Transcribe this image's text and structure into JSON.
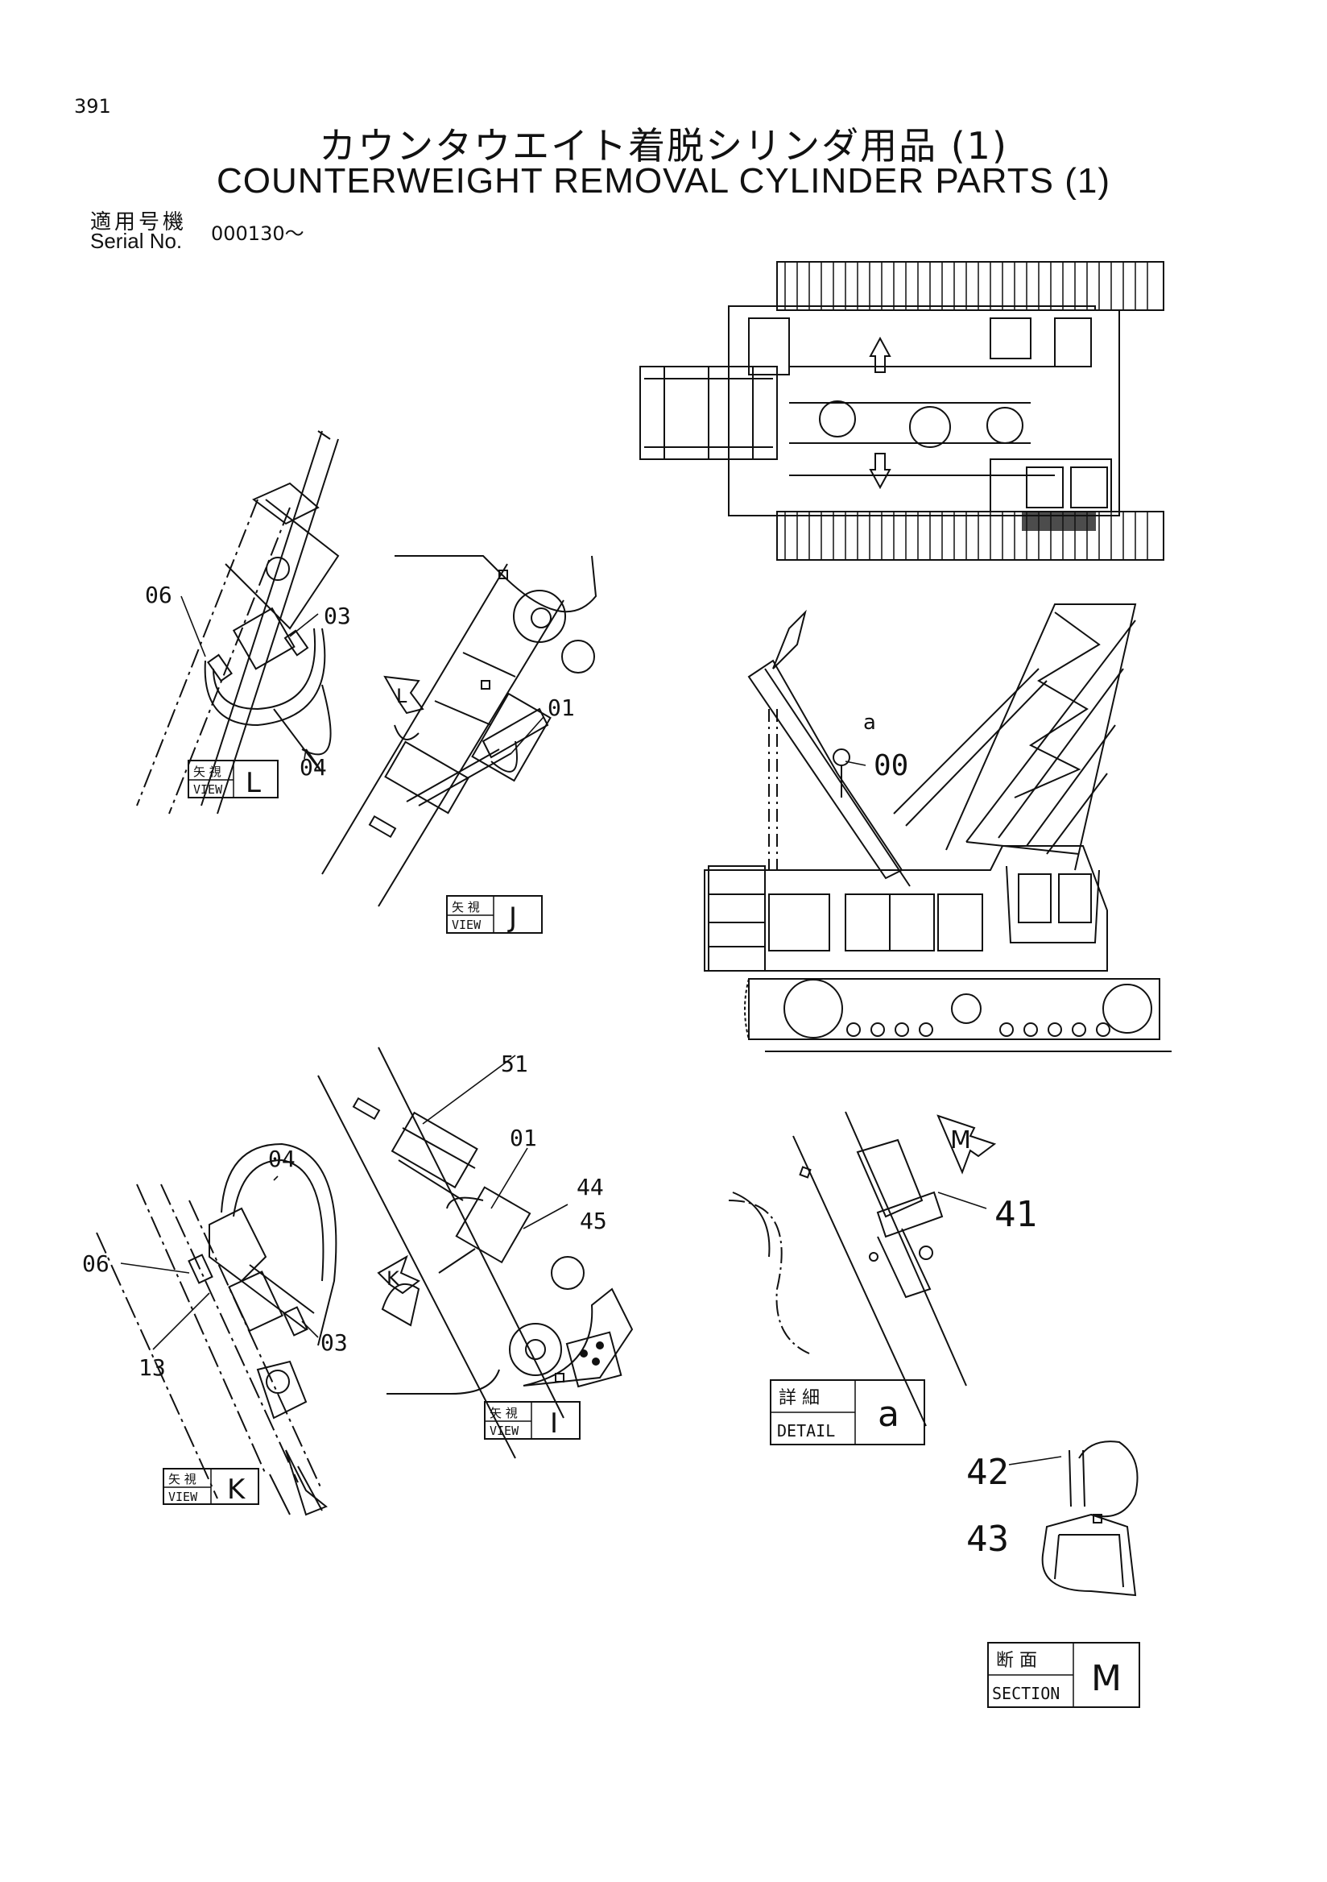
{
  "header": {
    "page_number": "391",
    "title_jp": "カウンタウエイト着脱シリンダ用品 (1)",
    "title_en": "COUNTERWEIGHT REMOVAL CYLINDER PARTS (1)",
    "serial_label_jp": "適用号機",
    "serial_label_en": "Serial No.",
    "serial_value": "000130～"
  },
  "views": {
    "view_L": {
      "jp": "矢 視",
      "en": "VIEW",
      "letter": "L"
    },
    "view_J": {
      "jp": "矢 視",
      "en": "VIEW",
      "letter": "J"
    },
    "view_K": {
      "jp": "矢 視",
      "en": "VIEW",
      "letter": "K"
    },
    "view_I": {
      "jp": "矢 視",
      "en": "VIEW",
      "letter": "I"
    },
    "detail_a": {
      "jp": "詳 細",
      "en": "DETAIL",
      "letter": "a"
    },
    "section_M": {
      "jp": "断 面",
      "en": "SECTION",
      "letter": "M"
    }
  },
  "arrows": {
    "L": "L",
    "K": "K",
    "M": "M",
    "a_mark": "a"
  },
  "callouts": {
    "c06a": "06",
    "c03a": "03",
    "c04a": "04",
    "c01a": "01",
    "c00": "00",
    "c51": "51",
    "c01b": "01",
    "c44": "44",
    "c45": "45",
    "c04b": "04",
    "c06b": "06",
    "c13": "13",
    "c03b": "03",
    "c41": "41",
    "c42": "42",
    "c43": "43"
  }
}
